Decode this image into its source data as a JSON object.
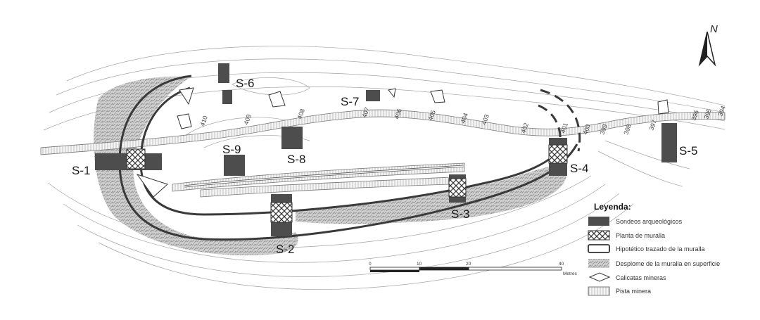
{
  "sondeos": [
    {
      "id": "s1",
      "label": "S-1"
    },
    {
      "id": "s2",
      "label": "S-2"
    },
    {
      "id": "s3",
      "label": "S-3"
    },
    {
      "id": "s4",
      "label": "S-4"
    },
    {
      "id": "s5",
      "label": "S-5"
    },
    {
      "id": "s6",
      "label": "S-6"
    },
    {
      "id": "s7",
      "label": "S-7"
    },
    {
      "id": "s8",
      "label": "S-8"
    },
    {
      "id": "s9",
      "label": "S-9"
    }
  ],
  "contour_labels": [
    "410",
    "409",
    "408",
    "407",
    "406",
    "405",
    "404",
    "403",
    "402",
    "401",
    "400",
    "399",
    "398",
    "397",
    "396",
    "395",
    "394"
  ],
  "legend": {
    "title": "Leyenda:",
    "items": [
      {
        "id": "sondeos",
        "label": "Sondeos arqueológicos"
      },
      {
        "id": "planta",
        "label": "Planta de muralla"
      },
      {
        "id": "hipotetico",
        "label": "Hipotético trazado de la muralla"
      },
      {
        "id": "desplome",
        "label": "Desplome de la muralla en superficie"
      },
      {
        "id": "calicatas",
        "label": "Calicatas mineras"
      },
      {
        "id": "pista",
        "label": "Pista minera"
      }
    ]
  },
  "scale": {
    "ticks": [
      "0",
      "10",
      "20",
      "40"
    ],
    "unit": "Metres"
  },
  "north": "N",
  "colors": {
    "sondeo": "#4d4d4d",
    "wall": "#3a3a3a",
    "contour": "#9a9a9a",
    "desplome": "#b8b8b8"
  }
}
